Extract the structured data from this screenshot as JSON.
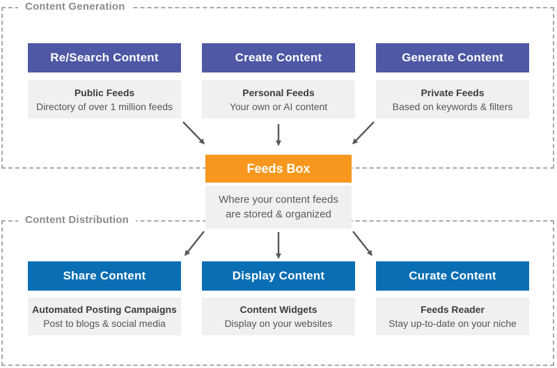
{
  "sections": {
    "generation": {
      "label": "Content Generation"
    },
    "distribution": {
      "label": "Content Distribution"
    }
  },
  "generation_cards": [
    {
      "header": "Re/Search Content",
      "title": "Public Feeds",
      "subtitle": "Directory of over 1 million feeds"
    },
    {
      "header": "Create Content",
      "title": "Personal Feeds",
      "subtitle": "Your own or AI content"
    },
    {
      "header": "Generate Content",
      "title": "Private Feeds",
      "subtitle": "Based on keywords & filters"
    }
  ],
  "feeds_box": {
    "header": "Feeds Box",
    "description_line1": "Where your content feeds",
    "description_line2": "are stored & organized"
  },
  "distribution_cards": [
    {
      "header": "Share Content",
      "title": "Automated Posting Campaigns",
      "subtitle": "Post to blogs & social media"
    },
    {
      "header": "Display Content",
      "title": "Content Widgets",
      "subtitle": "Display on your websites"
    },
    {
      "header": "Curate Content",
      "title": "Feeds Reader",
      "subtitle": "Stay up-to-date on your niche"
    }
  ],
  "colors": {
    "generation_header": "#4f58a5",
    "distribution_header": "#0a6eb4",
    "feeds_box": "#f7971d",
    "subbox_bg": "#f0f0f0",
    "dashed_border": "#a8a8a8",
    "section_label": "#8c8c8c",
    "arrow": "#595959"
  }
}
